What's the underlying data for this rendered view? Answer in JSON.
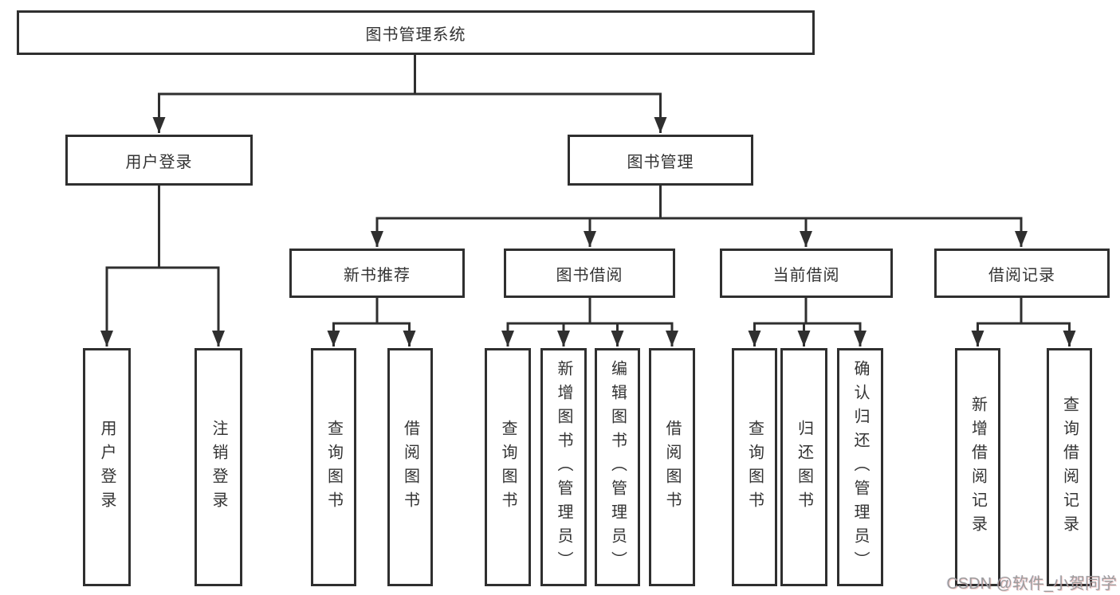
{
  "diagram": {
    "root": {
      "label": "图书管理系统"
    },
    "level2": [
      {
        "label": "用户登录"
      },
      {
        "label": "图书管理"
      }
    ],
    "level3": [
      {
        "label": "新书推荐"
      },
      {
        "label": "图书借阅"
      },
      {
        "label": "当前借阅"
      },
      {
        "label": "借阅记录"
      }
    ],
    "leaves": [
      {
        "label": "用户登录"
      },
      {
        "label": "注销登录"
      },
      {
        "label": "查询图书"
      },
      {
        "label": "借阅图书"
      },
      {
        "label": "查询图书"
      },
      {
        "label": "新增图书（管理员）"
      },
      {
        "label": "编辑图书（管理员）"
      },
      {
        "label": "借阅图书"
      },
      {
        "label": "查询图书"
      },
      {
        "label": "归还图书"
      },
      {
        "label": "确认归还（管理员）"
      },
      {
        "label": "新增借阅记录"
      },
      {
        "label": "查询借阅记录"
      }
    ],
    "colors": {
      "line": "#2f2f2f",
      "text": "#333333",
      "background": "#ffffff",
      "watermark": "#9c9c9c"
    }
  },
  "watermark": {
    "text": "CSDN @软件_小贺同学"
  }
}
